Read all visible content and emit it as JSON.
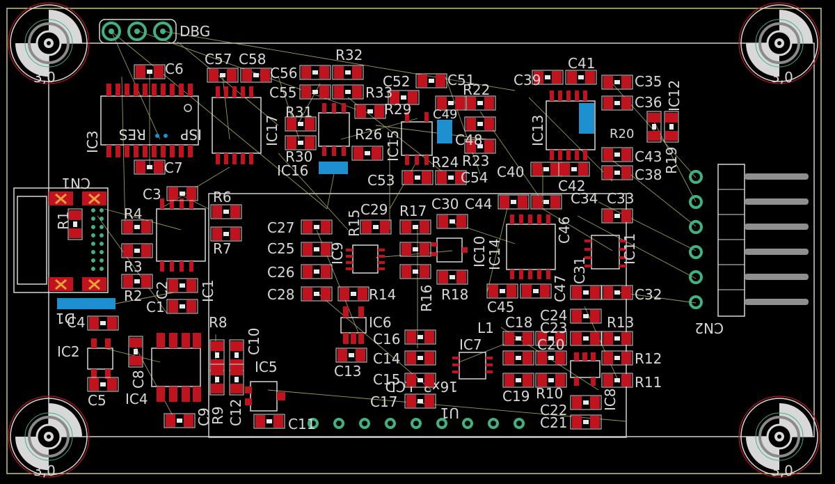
{
  "view": {
    "background": "#000000",
    "board_outline_color": "#c8c870",
    "silk_color": "#d8d8d8",
    "pad_color": "#c0131d",
    "pad_highlight": "#ff4a4a",
    "via_color": "#1e8fcf",
    "thru_color": "#3fb27f",
    "airwire_color": "#b8b860",
    "cross_color": "#e8a13b"
  },
  "mounting_holes": [
    {
      "id": "mh-tl",
      "label": "3,0"
    },
    {
      "id": "mh-tr",
      "label": "3,0"
    },
    {
      "id": "mh-bl",
      "label": "3,0"
    },
    {
      "id": "mh-br",
      "label": "3,0"
    }
  ],
  "connectors": {
    "dbg": "DBG",
    "cn1": "CN1",
    "cn2": "CN2"
  },
  "silk_text": {
    "isp": "ISP",
    "res": "RES",
    "lcd": "LCD",
    "lcd_mirror_suffix": "16x2",
    "u1": "U1"
  },
  "components": [
    {
      "ref": "C6"
    },
    {
      "ref": "C57"
    },
    {
      "ref": "C58"
    },
    {
      "ref": "R32"
    },
    {
      "ref": "C56"
    },
    {
      "ref": "C55"
    },
    {
      "ref": "R33"
    },
    {
      "ref": "C52"
    },
    {
      "ref": "C51"
    },
    {
      "ref": "R22"
    },
    {
      "ref": "C39"
    },
    {
      "ref": "C41"
    },
    {
      "ref": "C35"
    },
    {
      "ref": "C36"
    },
    {
      "ref": "IC12"
    },
    {
      "ref": "IC3"
    },
    {
      "ref": "IC17"
    },
    {
      "ref": "R31"
    },
    {
      "ref": "R29"
    },
    {
      "ref": "R30"
    },
    {
      "ref": "R26"
    },
    {
      "ref": "IC16"
    },
    {
      "ref": "IC15"
    },
    {
      "ref": "C48"
    },
    {
      "ref": "C49"
    },
    {
      "ref": "R24"
    },
    {
      "ref": "R23"
    },
    {
      "ref": "IC13"
    },
    {
      "ref": "R20"
    },
    {
      "ref": "C43"
    },
    {
      "ref": "C38"
    },
    {
      "ref": "R19"
    },
    {
      "ref": "C7"
    },
    {
      "ref": "C53"
    },
    {
      "ref": "C54"
    },
    {
      "ref": "C40"
    },
    {
      "ref": "C42"
    },
    {
      "ref": "C3"
    },
    {
      "ref": "R6"
    },
    {
      "ref": "R4"
    },
    {
      "ref": "R7"
    },
    {
      "ref": "R1"
    },
    {
      "ref": "R3"
    },
    {
      "ref": "R2"
    },
    {
      "ref": "C2"
    },
    {
      "ref": "C1"
    },
    {
      "ref": "IC1"
    },
    {
      "ref": "D1"
    },
    {
      "ref": "C4"
    },
    {
      "ref": "IC2"
    },
    {
      "ref": "C8"
    },
    {
      "ref": "C5"
    },
    {
      "ref": "IC4"
    },
    {
      "ref": "R8"
    },
    {
      "ref": "R9"
    },
    {
      "ref": "C9"
    },
    {
      "ref": "C10"
    },
    {
      "ref": "C12"
    },
    {
      "ref": "IC5"
    },
    {
      "ref": "C11"
    },
    {
      "ref": "C27"
    },
    {
      "ref": "C25"
    },
    {
      "ref": "C26"
    },
    {
      "ref": "C28"
    },
    {
      "ref": "IC9"
    },
    {
      "ref": "R15"
    },
    {
      "ref": "C29"
    },
    {
      "ref": "R17"
    },
    {
      "ref": "C30"
    },
    {
      "ref": "IC10"
    },
    {
      "ref": "C44"
    },
    {
      "ref": "IC14"
    },
    {
      "ref": "C46"
    },
    {
      "ref": "C34"
    },
    {
      "ref": "C33"
    },
    {
      "ref": "IC11"
    },
    {
      "ref": "R14"
    },
    {
      "ref": "R16"
    },
    {
      "ref": "R18"
    },
    {
      "ref": "C47"
    },
    {
      "ref": "C31"
    },
    {
      "ref": "C32"
    },
    {
      "ref": "IC6"
    },
    {
      "ref": "C13"
    },
    {
      "ref": "C16"
    },
    {
      "ref": "C14"
    },
    {
      "ref": "C15"
    },
    {
      "ref": "C17"
    },
    {
      "ref": "IC7"
    },
    {
      "ref": "L1"
    },
    {
      "ref": "C45"
    },
    {
      "ref": "C18"
    },
    {
      "ref": "C24"
    },
    {
      "ref": "C23"
    },
    {
      "ref": "C20"
    },
    {
      "ref": "R13"
    },
    {
      "ref": "R12"
    },
    {
      "ref": "R11"
    },
    {
      "ref": "R10"
    },
    {
      "ref": "C19"
    },
    {
      "ref": "C22"
    },
    {
      "ref": "C21"
    },
    {
      "ref": "IC8"
    }
  ]
}
